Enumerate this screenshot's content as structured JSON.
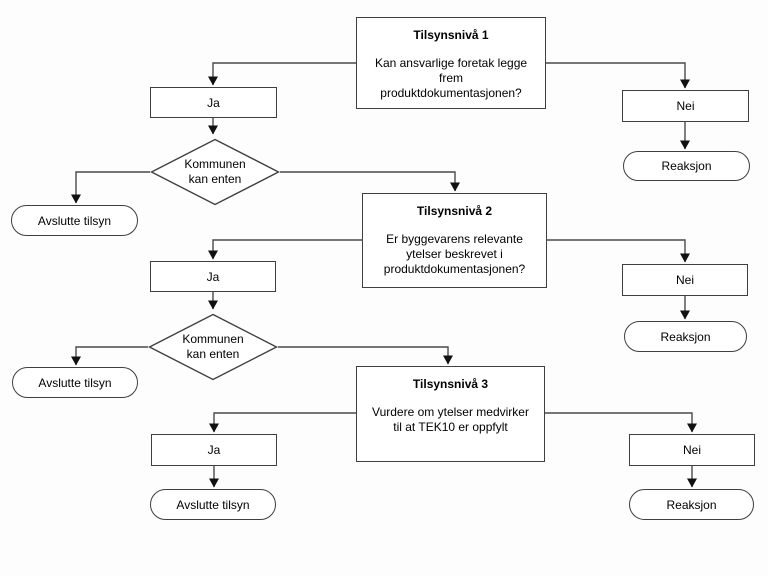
{
  "colors": {
    "line": "#4a4a4a",
    "border": "#3f3f3f",
    "arrowhead": "#111111",
    "node_fill": "#ffffff",
    "text": "#000000",
    "background": "#fdfdfd"
  },
  "flowchart": {
    "levels": [
      {
        "title": "Tilsynsnivå 1",
        "question": "Kan ansvarlige foretak legge frem produktdokumentasjonen?",
        "yes": "Ja",
        "no": "Nei",
        "decision": "Kommunen kan enten",
        "yes_outcome": "Avslutte tilsyn",
        "no_outcome": "Reaksjon"
      },
      {
        "title": "Tilsynsnivå 2",
        "question": "Er byggevarens relevante ytelser beskrevet i produktdokumentasjonen?",
        "yes": "Ja",
        "no": "Nei",
        "decision": "Kommunen kan enten",
        "yes_outcome": "Avslutte tilsyn",
        "no_outcome": "Reaksjon"
      },
      {
        "title": "Tilsynsnivå 3",
        "question": "Vurdere om ytelser medvirker til at TEK10 er oppfylt",
        "yes": "Ja",
        "no": "Nei",
        "yes_outcome": "Avslutte tilsyn",
        "no_outcome": "Reaksjon"
      }
    ]
  }
}
